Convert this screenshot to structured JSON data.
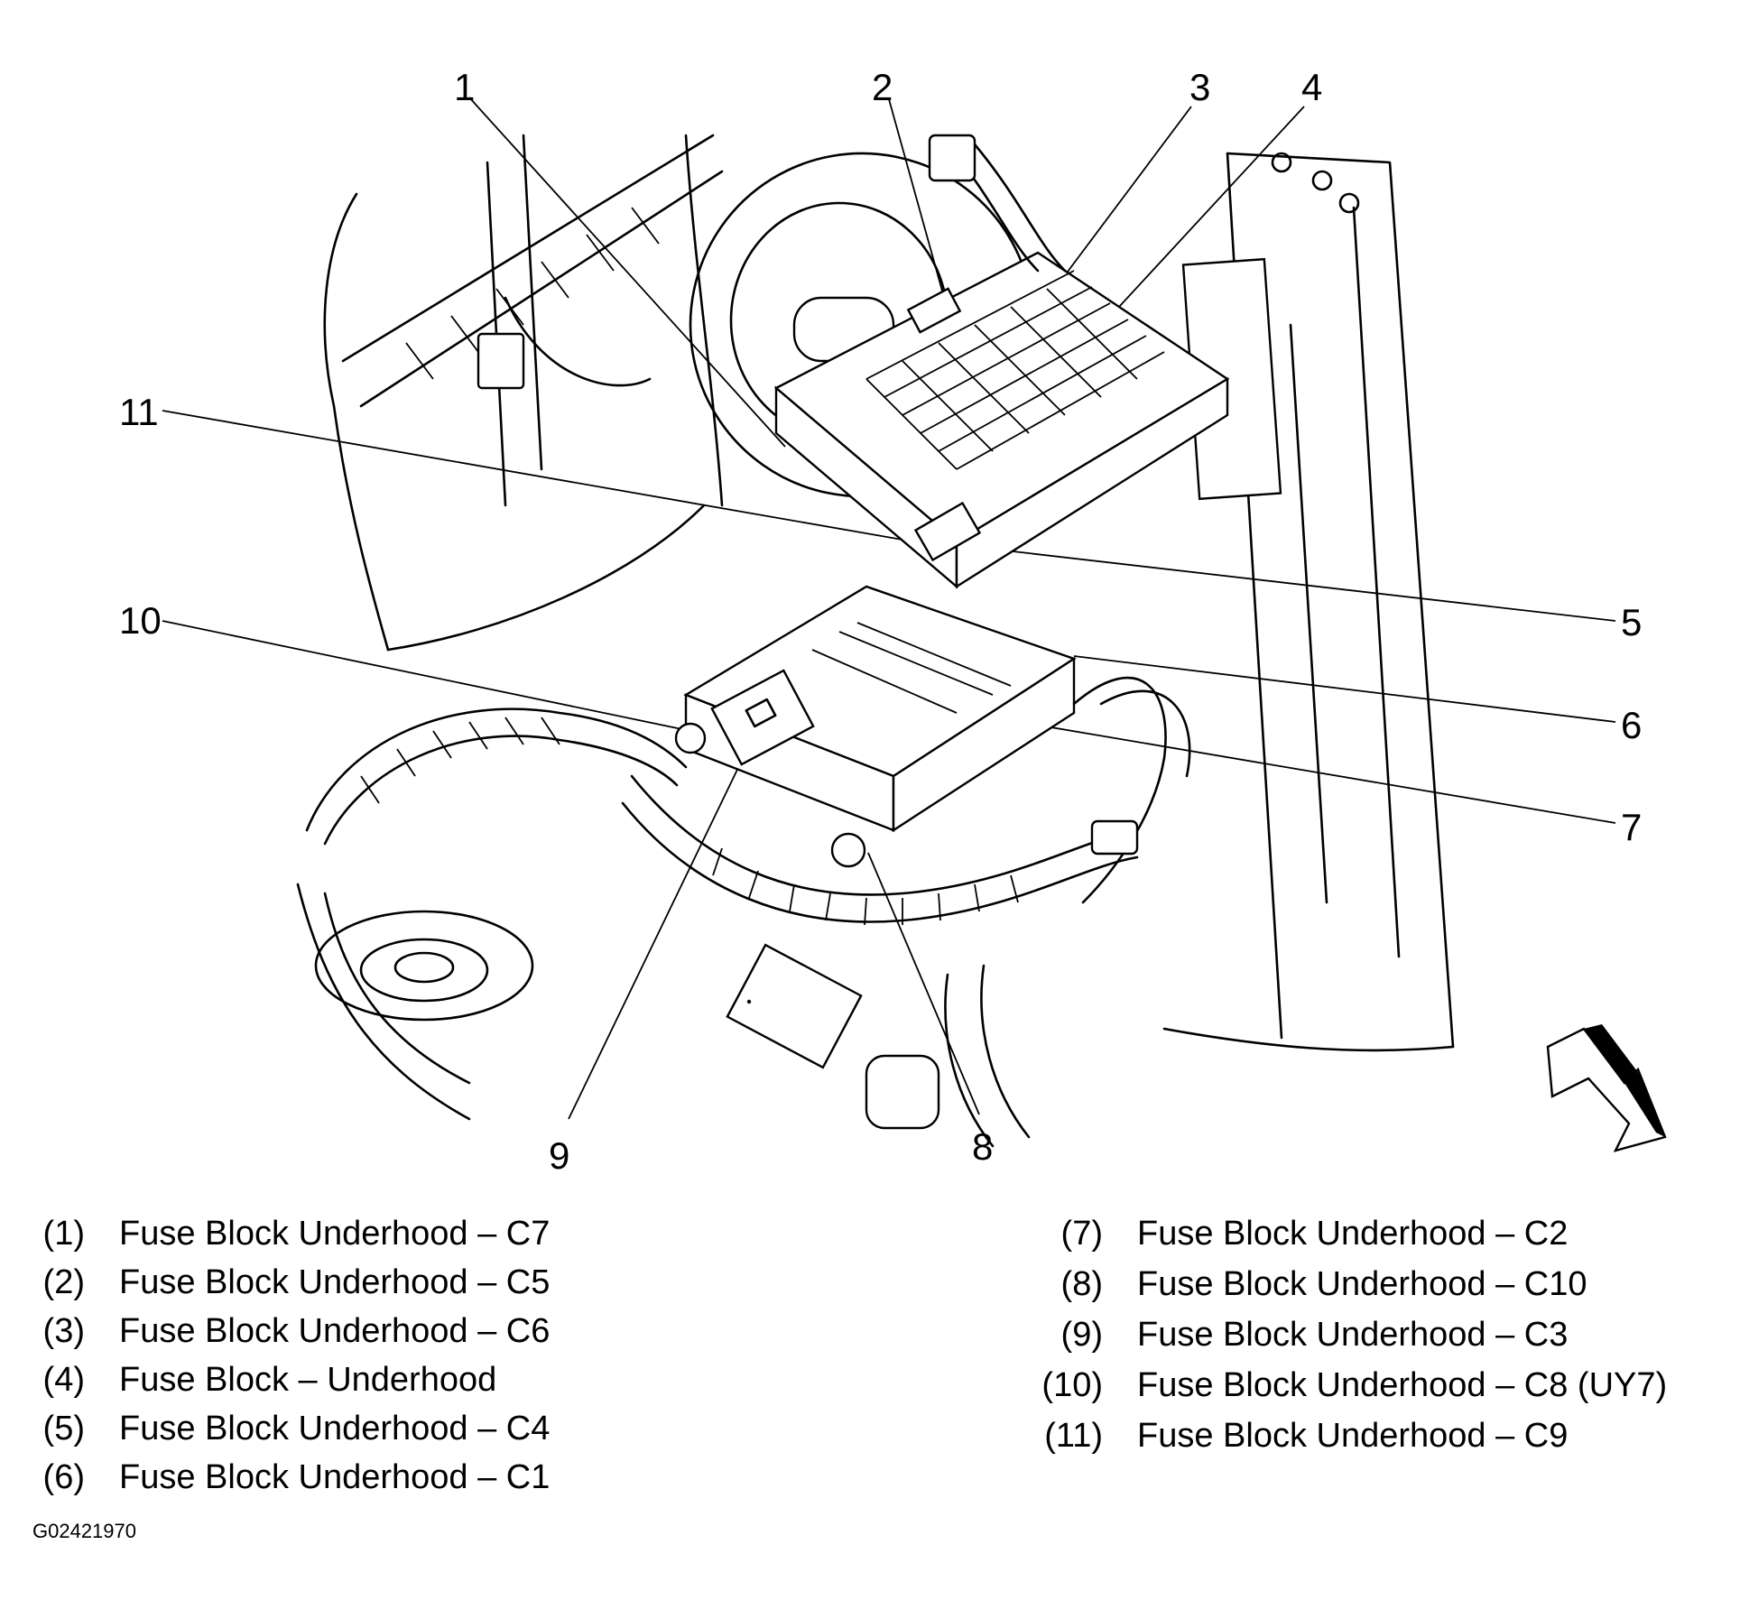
{
  "callouts": [
    "1",
    "2",
    "3",
    "4",
    "5",
    "6",
    "7",
    "8",
    "9",
    "10",
    "11"
  ],
  "legend_left": [
    {
      "num": "(1)",
      "text": "Fuse Block Underhood – C7"
    },
    {
      "num": "(2)",
      "text": "Fuse Block Underhood – C5"
    },
    {
      "num": "(3)",
      "text": "Fuse Block Underhood – C6"
    },
    {
      "num": "(4)",
      "text": "Fuse Block – Underhood"
    },
    {
      "num": "(5)",
      "text": "Fuse Block Underhood – C4"
    },
    {
      "num": "(6)",
      "text": "Fuse Block Underhood – C1"
    }
  ],
  "legend_right": [
    {
      "num": "(7)",
      "text": "Fuse Block Underhood – C2"
    },
    {
      "num": "(8)",
      "text": "Fuse Block Underhood – C10"
    },
    {
      "num": "(9)",
      "text": "Fuse Block Underhood – C3"
    },
    {
      "num": "(10)",
      "text": "Fuse Block Underhood – C8 (UY7)"
    },
    {
      "num": "(11)",
      "text": "Fuse Block Underhood – C9"
    }
  ],
  "figure_code": "G02421970",
  "icons": {
    "direction_arrow": "front-direction-arrow-icon"
  }
}
